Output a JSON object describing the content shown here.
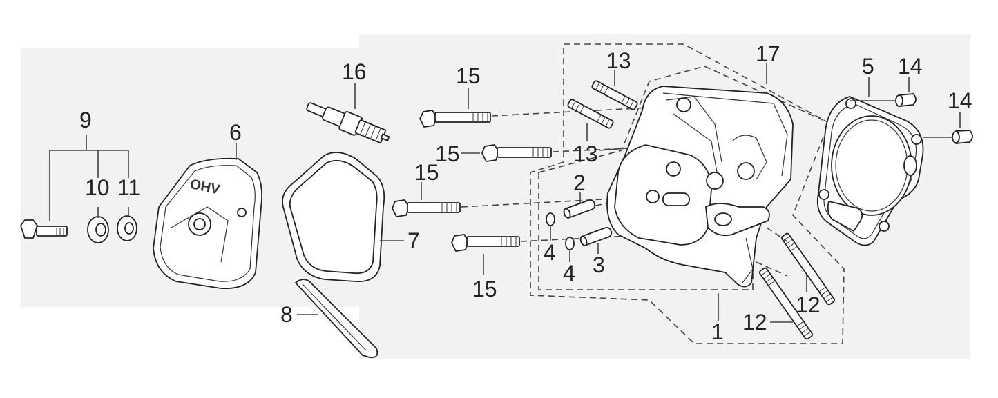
{
  "diagram": {
    "labels": {
      "p1": "1",
      "p2": "2",
      "p3": "3",
      "p4a": "4",
      "p4b": "4",
      "p5": "5",
      "p6": "6",
      "p7": "7",
      "p8": "8",
      "p9": "9",
      "p10": "10",
      "p11": "11",
      "p12a": "12",
      "p12b": "12",
      "p13a": "13",
      "p13b": "13",
      "p14a": "14",
      "p14b": "14",
      "p15a": "15",
      "p15b": "15",
      "p15c": "15",
      "p15d": "15",
      "p16": "16",
      "p17": "17"
    },
    "cover_marking": "OHV"
  }
}
